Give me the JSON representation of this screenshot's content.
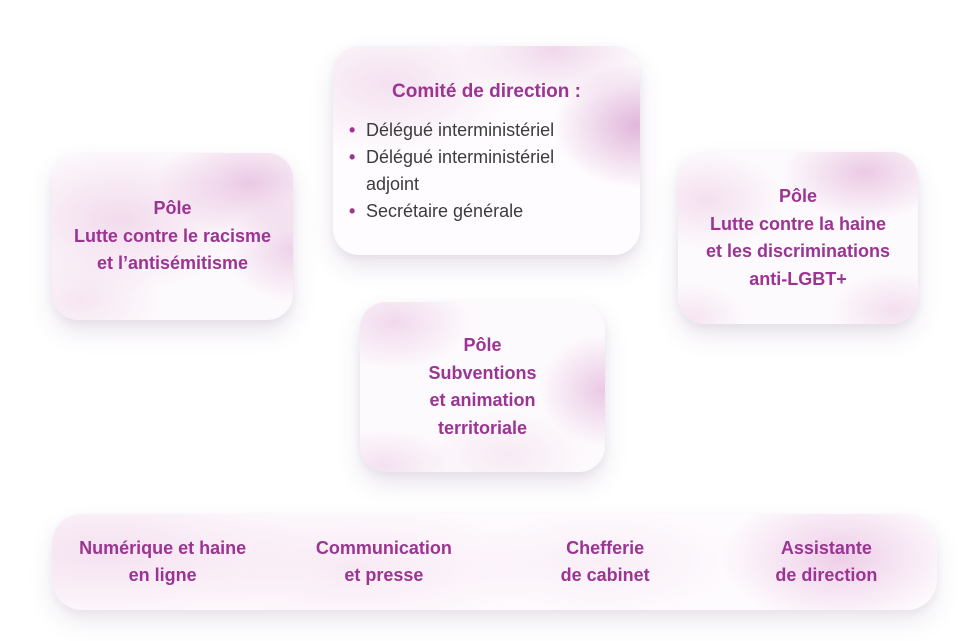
{
  "colors": {
    "accent_purple": "#9b3492",
    "body_text": "#3c3c3c",
    "blob_pink": "#d9a4d0",
    "background": "#ffffff"
  },
  "comite": {
    "title": "Comité de direction :",
    "members": [
      "Délégué interministériel",
      "Délégué interministériel adjoint",
      "Secrétaire générale"
    ]
  },
  "poles": {
    "racisme": {
      "label": "Pôle\nLutte contre le racisme\net l’antisémitisme"
    },
    "lgbt": {
      "label": "Pôle\nLutte contre la haine\net les discriminations\nanti-LGBT+"
    },
    "subventions": {
      "label": "Pôle\nSubventions\net animation\nterritoriale"
    }
  },
  "bottom_bar": {
    "items": [
      {
        "label": "Numérique et haine\nen ligne"
      },
      {
        "label": "Communication\net presse"
      },
      {
        "label": "Chefferie\nde cabinet"
      },
      {
        "label": "Assistante\nde direction"
      }
    ]
  }
}
